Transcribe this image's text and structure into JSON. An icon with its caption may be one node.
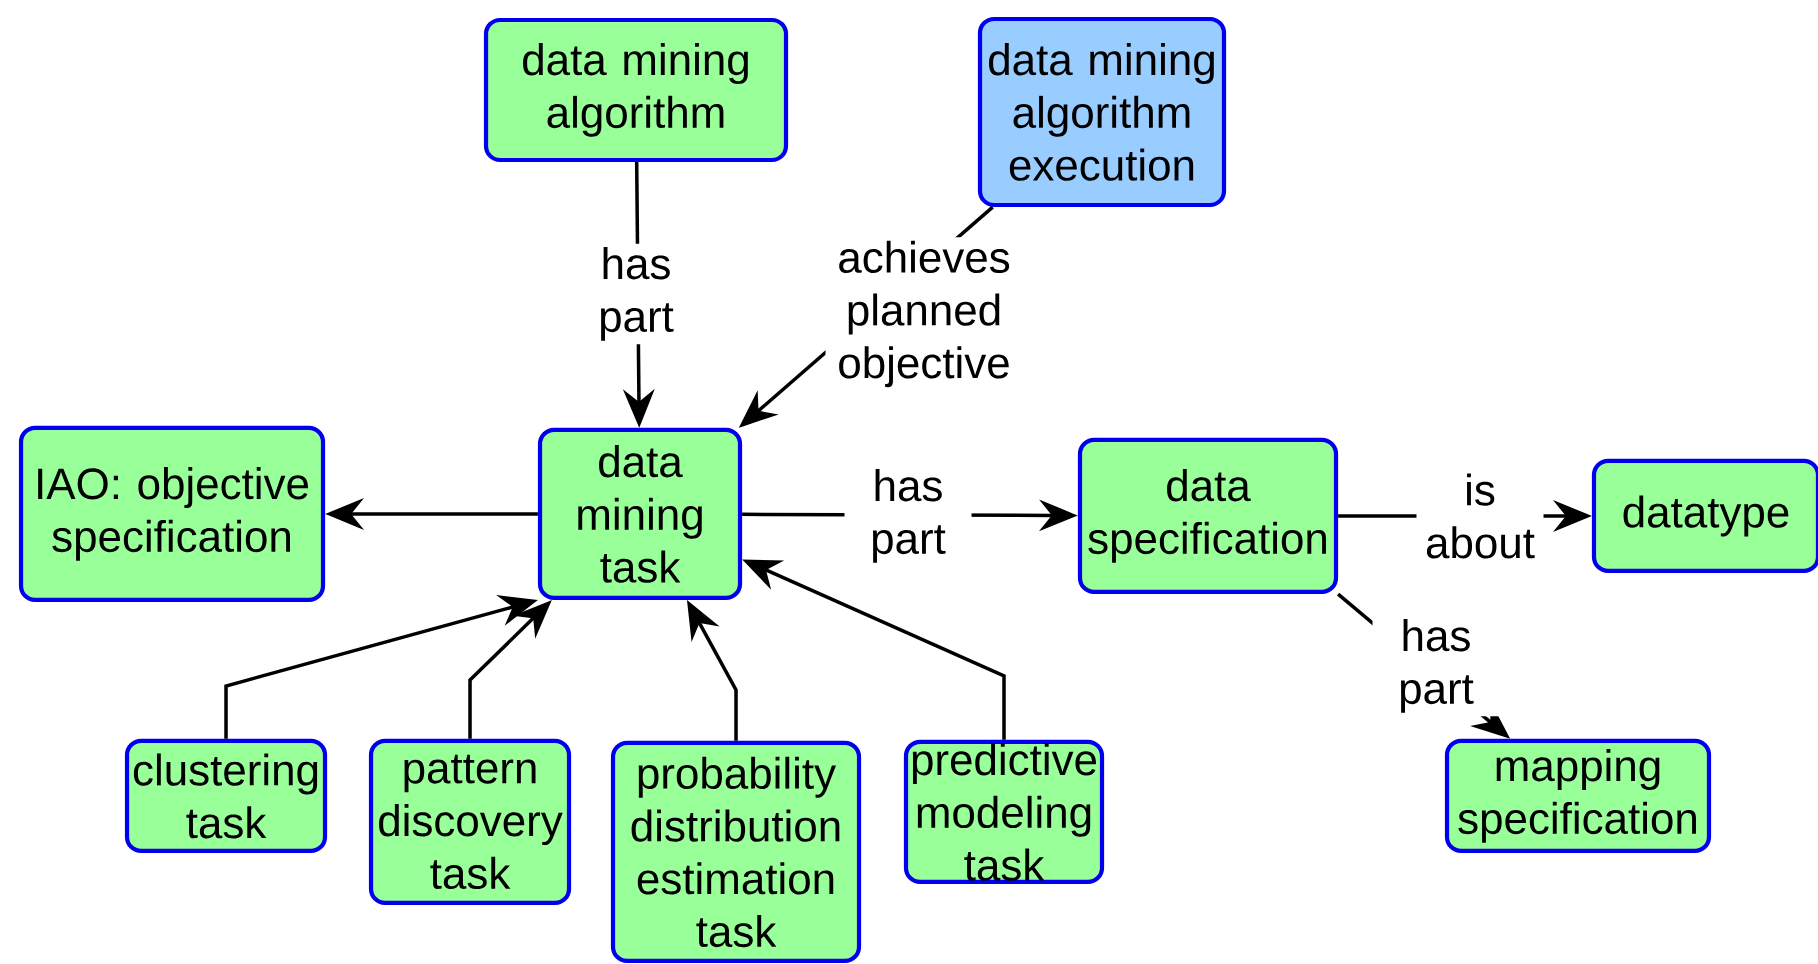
{
  "diagram": {
    "nodes": [
      {
        "text": [
          "data mining algorithm"
        ]
      },
      {
        "text": [
          "data mining algorithm execution"
        ]
      },
      {
        "text": [
          "data mining task"
        ]
      },
      {
        "text": [
          "IAO: objective specification"
        ]
      },
      {
        "text": [
          "data specification"
        ]
      },
      {
        "text": [
          "datatype"
        ]
      },
      {
        "text": [
          "clustering task"
        ]
      },
      {
        "text": [
          "pattern discovery task"
        ]
      },
      {
        "text": [
          "probability distribution estimation task"
        ]
      },
      {
        "text": [
          "predictive modeling task"
        ]
      },
      {
        "text": [
          "mapping specification"
        ]
      }
    ],
    "edges": [
      {
        "from": 0,
        "to": 2,
        "arrow": "to",
        "label": "has part"
      },
      {
        "from": 1,
        "to": 2,
        "arrow": "to",
        "label": "achieves planned objective"
      },
      {
        "from": 2,
        "to": 3,
        "arrow": "to"
      },
      {
        "from": 2,
        "to": 4,
        "arrow": "to",
        "label": "has part"
      },
      {
        "from": 4,
        "to": 5,
        "arrow": "to",
        "label": "is about"
      },
      {
        "from": 4,
        "to": 10,
        "arrow": "to",
        "label": "has part"
      },
      {
        "from": 6,
        "to": 2,
        "arrow": "to"
      },
      {
        "from": 7,
        "to": 2,
        "arrow": "to"
      },
      {
        "from": 8,
        "to": 2,
        "arrow": "to"
      },
      {
        "from": 9,
        "to": 2,
        "arrow": "to"
      }
    ]
  }
}
